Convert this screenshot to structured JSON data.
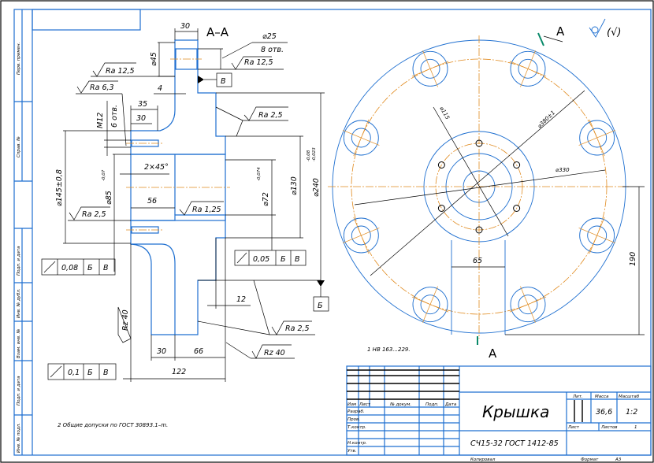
{
  "sheet": {
    "side_labels": [
      "Перв. примен.",
      "Справ. №",
      "Подп. и дата",
      "Инв. № дубл.",
      "Взам. инв. №",
      "Подп. и дата",
      "Инв. № подл."
    ],
    "copied_label": "Копировал",
    "format_label": "Формат",
    "format_value": "А3"
  },
  "section": {
    "title": "А–А",
    "dims": {
      "d30_top": "30",
      "d45": "⌀45",
      "d25": "⌀25",
      "holes8": "8 отв.",
      "d4": "4",
      "d35": "35",
      "d30_thread": "30",
      "m12": "М12",
      "holes6": "6 отв.",
      "chamfer": "2×45°",
      "d56": "56",
      "d145": "⌀145±0,8",
      "d85": "⌀85",
      "d85_tol": "-0,07",
      "d72": "⌀72",
      "d72_tol": "-0,074",
      "d130": "⌀130",
      "d240": "⌀240",
      "d240_tol_up": "-0,08",
      "d240_tol_low": "-0,023",
      "d12": "12",
      "d30_bottom": "30",
      "d66": "66",
      "d122": "122"
    },
    "roughness": {
      "ra125_top": "Ra 12,5",
      "ra125_left": "Ra 12,5",
      "ra63": "Ra 6,3",
      "ra25_right": "Ra 2,5",
      "ra25_left": "Ra 2,5",
      "ra125_bore": "Ra 1,25",
      "ra25_bottom": "Ra 2,5",
      "rz40_left": "Rz 40",
      "rz40_bottom": "Rz 40"
    },
    "datums": {
      "v": "В",
      "b": "Б"
    },
    "tolerances": [
      {
        "value": "0,08",
        "datum1": "Б",
        "datum2": "В"
      },
      {
        "value": "0,05",
        "datum1": "Б",
        "datum2": "В"
      },
      {
        "value": "0,1",
        "datum1": "Б",
        "datum2": "В"
      }
    ]
  },
  "plan": {
    "cut_label": "А",
    "roughness_note": "(√)",
    "dims": {
      "d115": "⌀115",
      "d380": "⌀380±1",
      "d330": "⌀330",
      "d65": "65",
      "d190": "190"
    }
  },
  "notes": {
    "note1": "1 НВ 163...229.",
    "note2": "2 Общие допуски по ГОСТ 30893.1–m."
  },
  "title_block": {
    "headers": [
      "Изм",
      "Лист",
      "№ докум.",
      "Подп.",
      "Дата"
    ],
    "roles": [
      "Разраб.",
      "Пров.",
      "Т.контр.",
      "",
      "Н.контр.",
      "Утв."
    ],
    "part_name": "Крышка",
    "material": "СЧ15-32 ГОСТ 1412-85",
    "lit_label": "Лит.",
    "mass_label": "Масса",
    "scale_label": "Масштаб",
    "mass_value": "36,6",
    "scale_value": "1:2",
    "sheet_label": "Лист",
    "sheets_label": "Листов",
    "sheets_value": "1"
  }
}
